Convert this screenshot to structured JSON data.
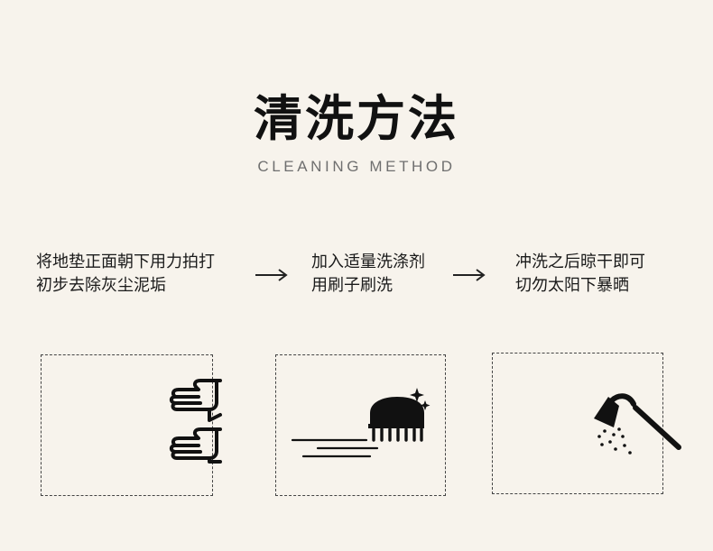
{
  "title": "清洗方法",
  "subtitle": "CLEANING METHOD",
  "steps": [
    {
      "line1": "将地垫正面朝下用力拍打",
      "line2": "初步去除灰尘泥垢",
      "icon": "hands-patting-icon"
    },
    {
      "line1": "加入适量洗涤剂",
      "line2": "用刷子刷洗",
      "icon": "scrub-brush-icon"
    },
    {
      "line1": "冲洗之后晾干即可",
      "line2": "切勿太阳下暴晒",
      "icon": "shower-head-icon"
    }
  ],
  "colors": {
    "background": "#f7f3ec",
    "text": "#161616",
    "subtitle": "#6f6f6f",
    "icon": "#111111"
  }
}
